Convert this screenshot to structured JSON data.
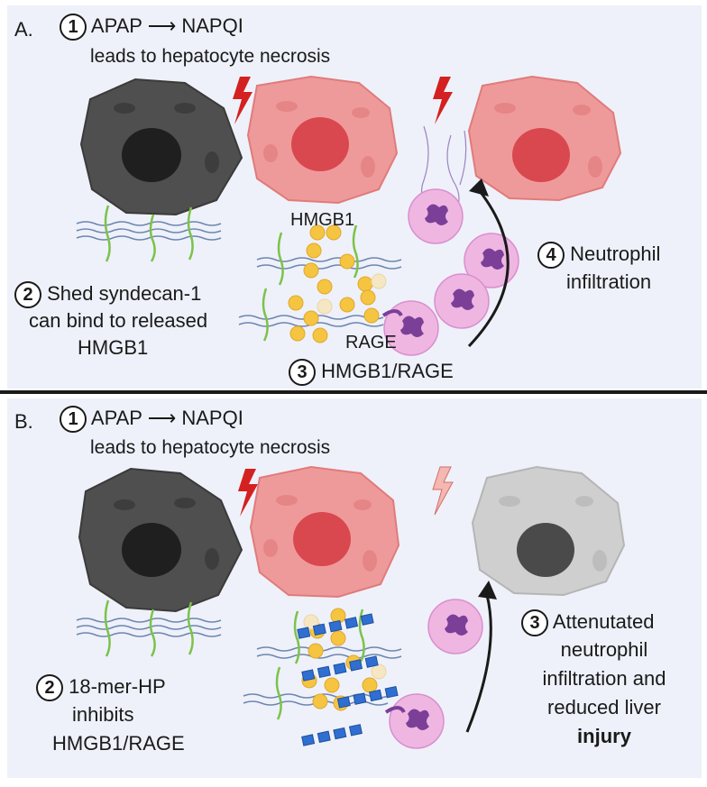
{
  "panelA": {
    "label": "A.",
    "step1": {
      "num": "1",
      "from": "APAP",
      "arrow": "⟶",
      "to": "NAPQI",
      "sub": "leads to hepatocyte necrosis"
    },
    "hmgb1_label": "HMGB1",
    "rage_label": "RAGE",
    "step2": {
      "num": "2",
      "line1": "Shed syndecan-1",
      "line2": "can bind to released",
      "line3": "HMGB1"
    },
    "step3": {
      "num": "3",
      "text": "HMGB1/RAGE"
    },
    "step4": {
      "num": "4",
      "line1": "Neutrophil",
      "line2": "infiltration"
    }
  },
  "panelB": {
    "label": "B.",
    "step1": {
      "num": "1",
      "from": "APAP",
      "arrow": "⟶",
      "to": "NAPQI",
      "sub": "leads to hepatocyte necrosis"
    },
    "step2": {
      "num": "2",
      "line1": "18-mer-HP",
      "line2": "inhibits",
      "line3": "HMGB1/RAGE"
    },
    "step3": {
      "num": "3",
      "line1": "Attenutated",
      "line2": "neutrophil",
      "line3": "infiltration and",
      "line4": "reduced liver",
      "line5": "injury"
    }
  },
  "colors": {
    "background": "#eef1f9",
    "dead_cell": "#555555",
    "injured_cell": "#ef9a9a",
    "injured_nucleus": "#d9484f",
    "healthy_grey_cell": "#cfcfcf",
    "neutrophil": "#efb6e2",
    "neutrophil_nucleus": "#7b3f98",
    "hmgb1_dot": "#f5c542",
    "syndecan": "#7cc24a",
    "heparin_block": "#2f6fd1",
    "lightning": "#d42020"
  }
}
